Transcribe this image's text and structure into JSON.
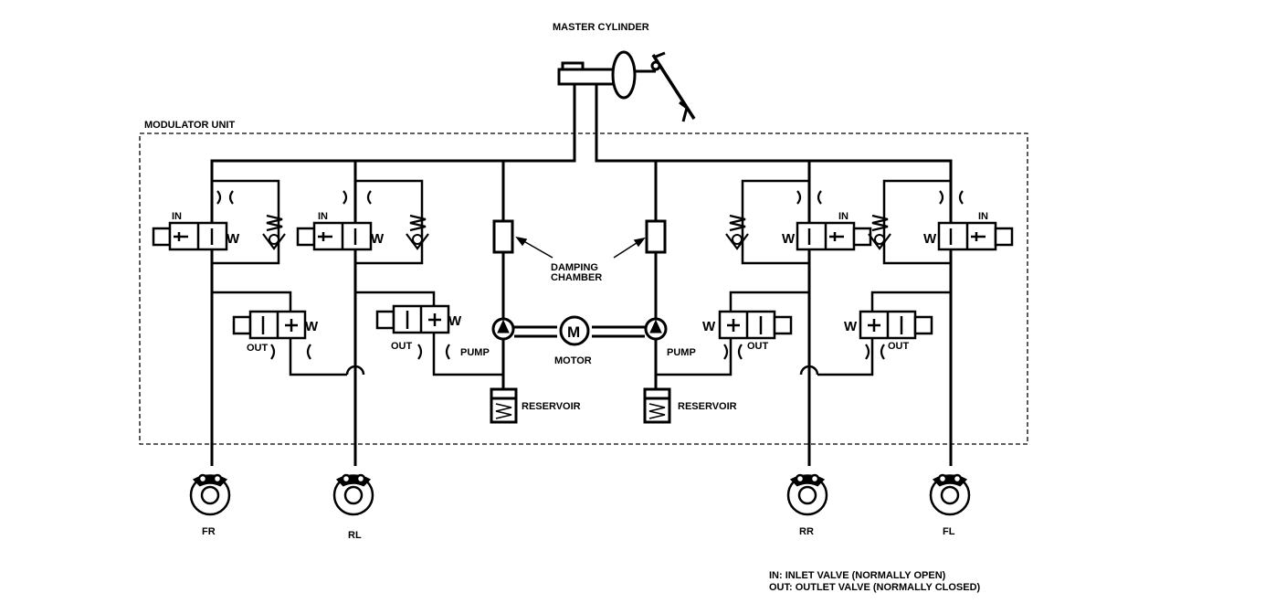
{
  "labels": {
    "master_cylinder": "MASTER CYLINDER",
    "modulator_unit": "MODULATOR UNIT",
    "damping_chamber_line1": "DAMPING",
    "damping_chamber_line2": "CHAMBER",
    "motor": "MOTOR",
    "motor_symbol": "M",
    "pump": "PUMP",
    "reservoir": "RESERVOIR",
    "in": "IN",
    "out": "OUT",
    "spring": "W"
  },
  "wheels": [
    {
      "id": "fr",
      "label": "FR"
    },
    {
      "id": "rl",
      "label": "RL"
    },
    {
      "id": "rr",
      "label": "RR"
    },
    {
      "id": "fl",
      "label": "FL"
    }
  ],
  "legend": [
    {
      "text": "IN: INLET VALVE (NORMALLY OPEN)"
    },
    {
      "text": "OUT: OUTLET VALVE (NORMALLY CLOSED)"
    }
  ]
}
